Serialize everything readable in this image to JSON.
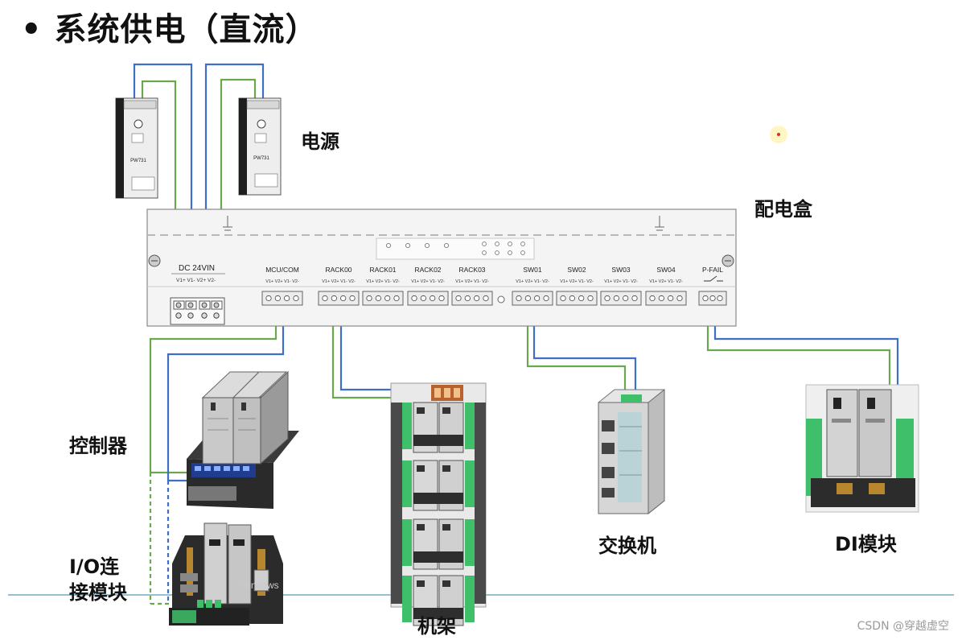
{
  "title": "• 系统供电（直流）",
  "labels": {
    "power_supply": "电源",
    "distribution_box": "配电盒",
    "controller": "控制器",
    "io_module": "I/O连\n接模块",
    "rack": "机架",
    "switch": "交换机",
    "di_module": "DI模块"
  },
  "psu": {
    "model": "PW731"
  },
  "box": {
    "dc_label": "DC 24VIN",
    "dc_pins": "V1+ V1- V2+ V2-",
    "ports": [
      {
        "name": "MCU/COM",
        "pins": "V1+ V2+ V1- V2-"
      },
      {
        "name": "RACK00",
        "pins": "V1+ V2+ V1- V2-"
      },
      {
        "name": "RACK01",
        "pins": "V1+ V2+ V1- V2-"
      },
      {
        "name": "RACK02",
        "pins": "V1+ V2+ V1- V2-"
      },
      {
        "name": "RACK03",
        "pins": "V1+ V2+ V1- V2-"
      },
      {
        "name": "SW01",
        "pins": "V1+ V2+ V1- V2-"
      },
      {
        "name": "SW02",
        "pins": "V1+ V2+ V1- V2-"
      },
      {
        "name": "SW03",
        "pins": "V1+ V2+ V1- V2-"
      },
      {
        "name": "SW04",
        "pins": "V1+ V2+ V1- V2-"
      },
      {
        "name": "P-FAIL",
        "pins": ""
      }
    ]
  },
  "ghost_text": "Windows",
  "watermark": "CSDN @穿越虚空",
  "colors": {
    "wire_blue": "#3f6fc4",
    "wire_green": "#6aa84f",
    "module_green": "#3fbf6a",
    "panel_gray": "#f4f4f4"
  }
}
